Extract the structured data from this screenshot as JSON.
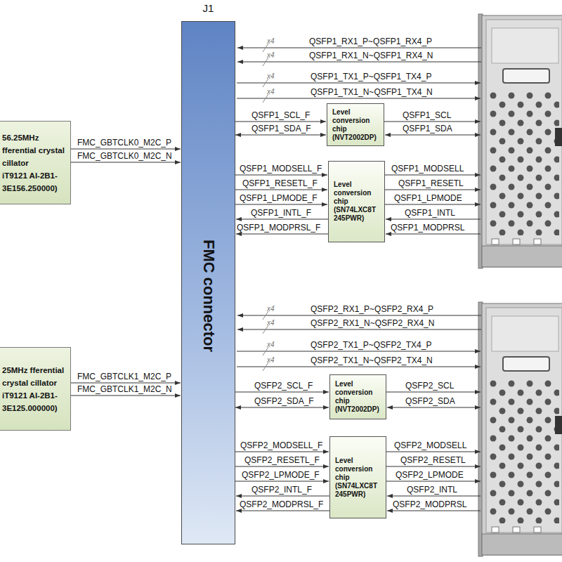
{
  "diagram": {
    "nodes": [
      {
        "text": [
          "56.25MHz fferential crystal cillator",
          "iT9121 AI-2B1- 3E156.250000)"
        ]
      },
      {
        "text": [
          "25MHz fferential crystal cillator",
          "iT9121 AI-2B1- 3E125.000000)"
        ]
      },
      {
        "text": [
          "J1",
          "FMC connector"
        ]
      },
      {
        "text": [
          "Level conversion chip (NVT2002DP)"
        ]
      },
      {
        "text": [
          "Level conversion chip (SN74LXC8T 245PWR)"
        ]
      },
      {
        "text": [
          "Level conversion chip (NVT2002DP)"
        ]
      },
      {
        "text": [
          "Level conversion chip (SN74LXC8T 245PWR)"
        ]
      }
    ],
    "edges": [
      {
        "from": 0,
        "to": 2,
        "arrow": "to",
        "label": "FMC_GBTCLK0_M2C_P"
      },
      {
        "from": 0,
        "to": 2,
        "arrow": "to",
        "label": "FMC_GBTCLK0_M2C_N"
      },
      {
        "from": 1,
        "to": 2,
        "arrow": "to",
        "label": "FMC_GBTCLK1_M2C_P"
      },
      {
        "from": 1,
        "to": 2,
        "arrow": "to",
        "label": "FMC_GBTCLK1_M2C_N"
      },
      {
        "from": 2,
        "to": 3,
        "arrow": "to",
        "label": "QSFP1_SCL_F"
      },
      {
        "from": 2,
        "to": 3,
        "arrow": "both",
        "label": "QSFP1_SDA_F"
      },
      {
        "from": 2,
        "to": 4,
        "arrow": "to",
        "label": "QSFP1_MODSELL_F"
      },
      {
        "from": 2,
        "to": 4,
        "arrow": "to",
        "label": "QSFP1_RESETL_F"
      },
      {
        "from": 2,
        "to": 4,
        "arrow": "to",
        "label": "QSFP1_LPMODE_F"
      },
      {
        "from": 4,
        "to": 2,
        "arrow": "to",
        "label": "QSFP1_INTL_F"
      },
      {
        "from": 4,
        "to": 2,
        "arrow": "to",
        "label": "QSFP1_MODPRSL_F"
      },
      {
        "from": 2,
        "to": 5,
        "arrow": "to",
        "label": "QSFP2_SCL_F"
      },
      {
        "from": 2,
        "to": 5,
        "arrow": "both",
        "label": "QSFP2_SDA_F"
      },
      {
        "from": 2,
        "to": 6,
        "arrow": "to",
        "label": "QSFP2_MODSELL_F"
      },
      {
        "from": 2,
        "to": 6,
        "arrow": "to",
        "label": "QSFP2_RESETL_F"
      },
      {
        "from": 2,
        "to": 6,
        "arrow": "to",
        "label": "QSFP2_LPMODE_F"
      },
      {
        "from": 6,
        "to": 2,
        "arrow": "to",
        "label": "QSFP2_INTL_F"
      },
      {
        "from": 6,
        "to": 2,
        "arrow": "to",
        "label": "QSFP2_MODPRSL_F"
      }
    ],
    "labels": [
      "x4",
      "QSFP1_RX1_P~QSFP1_RX4_P",
      "x4",
      "QSFP1_RX1_N~QSFP1_RX4_N",
      "x4",
      "QSFP1_TX1_P~QSFP1_TX4_P",
      "x4",
      "QSFP1_TX1_N~QSFP1_TX4_N",
      "QSFP1_SCL",
      "QSFP1_SDA",
      "QSFP1_MODSELL",
      "QSFP1_RESETL",
      "QSFP1_LPMODE",
      "QSFP1_INTL",
      "QSFP1_MODPRSL",
      "x4",
      "QSFP2_RX1_P~QSFP2_RX4_P",
      "x4",
      "QSFP2_RX1_N~QSFP2_RX4_N",
      "x4",
      "QSFP2_TX1_P~QSFP2_TX4_P",
      "x4",
      "QSFP2_TX1_N~QSFP2_TX4_N",
      "QSFP2_SCL",
      "QSFP2_SDA",
      "QSFP2_MODSELL",
      "QSFP2_RESETL",
      "QSFP2_LPMODE",
      "QSFP2_INTL",
      "QSFP2_MODPRSL"
    ]
  }
}
